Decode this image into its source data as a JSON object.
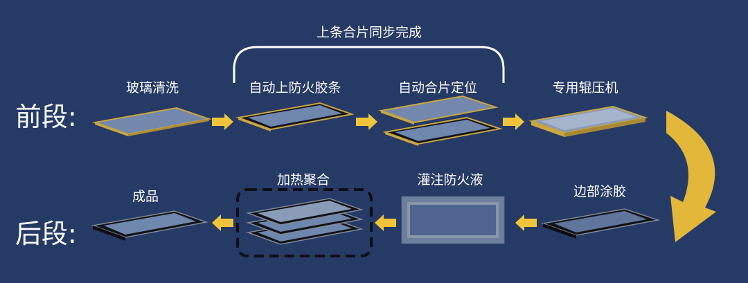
{
  "stages": {
    "front": "前段:",
    "back": "后段:"
  },
  "bracket_label": "上条合片同步完成",
  "steps_front": [
    {
      "label": "玻璃清洗"
    },
    {
      "label": "自动上防火胶条"
    },
    {
      "label": "自动合片定位"
    },
    {
      "label": "专用辊压机"
    }
  ],
  "steps_back": [
    {
      "label": "边部涂胶"
    },
    {
      "label": "灌注防火液"
    },
    {
      "label": "加热聚合"
    },
    {
      "label": "成品"
    }
  ],
  "colors": {
    "background": "#263a66",
    "arrow": "#f0c43a",
    "glass_fill": "#6f86ad",
    "glass_edge": "#c9a640",
    "frame_dark": "#111318"
  }
}
